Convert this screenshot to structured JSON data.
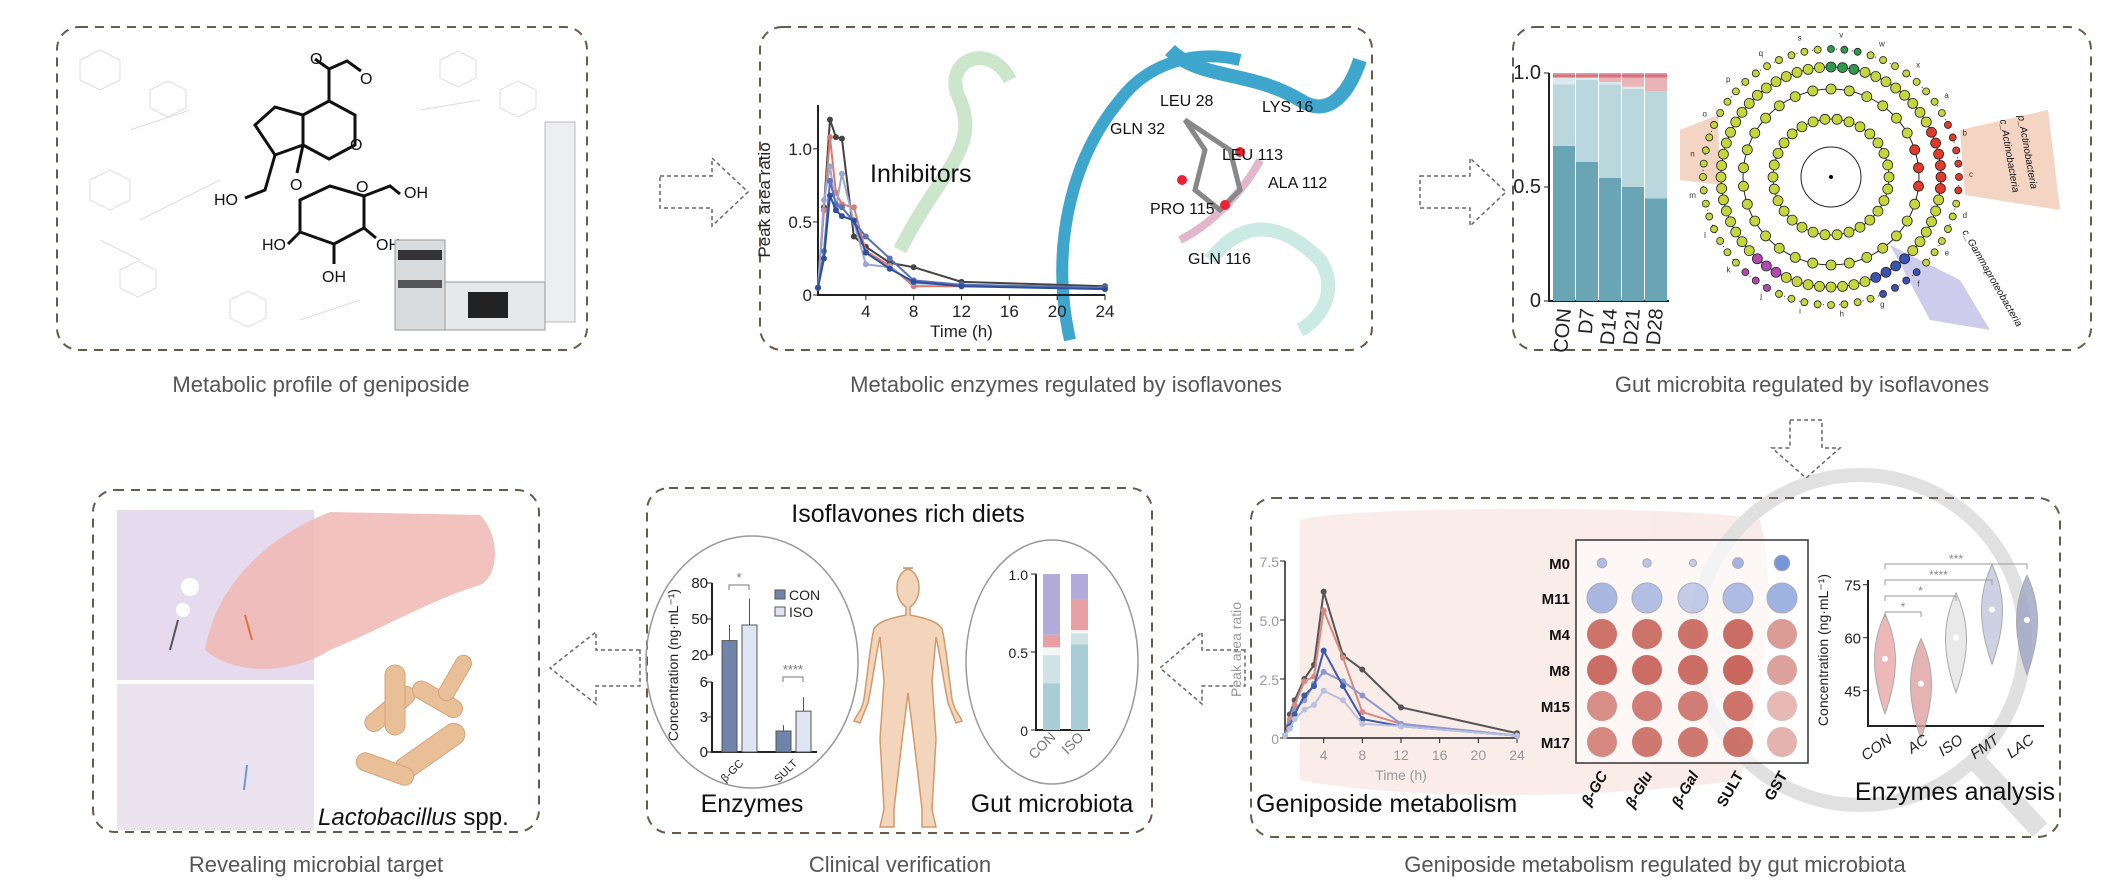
{
  "captions": {
    "panel1": "Metabolic profile of geniposide",
    "panel2": "Metabolic enzymes regulated by isoflavones",
    "panel3": "Gut microbita regulated by isoflavones",
    "panel4": "Revealing microbial target",
    "panel5": "Clinical verification",
    "panel6": "Geniposide metabolism regulated by gut microbiota"
  },
  "colors": {
    "border": "#6b5a48",
    "teal_dark": "#6aa5b5",
    "teal_light": "#b9d7dd",
    "pink": "#e8a9ae",
    "red": "#c9665f",
    "purple": "#a9a3d4",
    "skin": "#f3d5bb",
    "skin_line": "#d3996a"
  },
  "panel1": {
    "atoms": [
      "O",
      "O",
      "O",
      "HO",
      "O",
      "O",
      "OH",
      "HO",
      "OH",
      "OH"
    ]
  },
  "panel2": {
    "label_inhibitors": "Inhibitors",
    "residues": [
      "LEU 28",
      "LYS 16",
      "GLN 32",
      "LEU 113",
      "ALA 112",
      "PRO 115",
      "GLN 116"
    ]
  },
  "panel4": {
    "organism_italic": "Lactobacillus",
    "organism_suffix": " spp."
  },
  "panel5": {
    "title": "Isoflavones rich diets",
    "left_label": "Enzymes",
    "right_label": "Gut microbiota"
  },
  "panel6": {
    "left_label": "Geniposide metabolism",
    "right_label": "Enzymes analysis"
  },
  "chart_data": [
    {
      "id": "pk_inhibitors",
      "type": "line",
      "xlabel": "Time (h)",
      "ylabel": "Peak area ratio",
      "xlim": [
        0,
        24
      ],
      "ylim": [
        0,
        1.3
      ],
      "xticks": [
        4,
        8,
        12,
        16,
        20,
        24
      ],
      "yticks": [
        0,
        0.5,
        1.0
      ],
      "ytick_labels": [
        "0",
        "0.5",
        "1.0"
      ],
      "x": [
        0,
        0.5,
        1,
        1.5,
        2,
        3,
        4,
        6,
        8,
        12,
        24
      ],
      "series": [
        {
          "color": "#444444",
          "values": [
            0.05,
            0.6,
            1.2,
            1.08,
            1.07,
            0.4,
            0.33,
            0.22,
            0.19,
            0.09,
            0.06
          ]
        },
        {
          "color": "#d97a6c",
          "values": [
            0.05,
            0.58,
            1.08,
            0.7,
            0.62,
            0.6,
            0.3,
            0.2,
            0.06,
            0.06,
            0.05
          ]
        },
        {
          "color": "#9aa6d4",
          "values": [
            0.05,
            0.65,
            0.88,
            0.6,
            0.83,
            0.5,
            0.21,
            0.19,
            0.08,
            0.07,
            0.05
          ]
        },
        {
          "color": "#5a72b8",
          "values": [
            0.05,
            0.3,
            0.78,
            0.62,
            0.6,
            0.5,
            0.4,
            0.25,
            0.1,
            0.07,
            0.05
          ]
        },
        {
          "color": "#2e4f9a",
          "values": [
            0.05,
            0.25,
            0.68,
            0.58,
            0.54,
            0.51,
            0.29,
            0.18,
            0.09,
            0.06,
            0.04
          ]
        }
      ]
    },
    {
      "id": "microbiota_time",
      "type": "bar",
      "stacked": true,
      "categories": [
        "CON",
        "D7",
        "D14",
        "D21",
        "D28"
      ],
      "ylim": [
        0,
        1
      ],
      "yticks": [
        0,
        0.5,
        1.0
      ],
      "ytick_labels": [
        "0",
        "0.5",
        "1.0"
      ],
      "series": [
        {
          "color": "#6aa5b5",
          "values": [
            0.68,
            0.61,
            0.54,
            0.5,
            0.45
          ]
        },
        {
          "color": "#b9d7dd",
          "values": [
            0.27,
            0.36,
            0.41,
            0.43,
            0.47
          ]
        },
        {
          "color": "#dbe9ec",
          "values": [
            0.03,
            0.01,
            0.01,
            0.01,
            0.0
          ]
        },
        {
          "color": "#eab3b8",
          "values": [
            0.0,
            0.0,
            0.02,
            0.04,
            0.06
          ]
        },
        {
          "color": "#d9737a",
          "values": [
            0.015,
            0.015,
            0.015,
            0.015,
            0.015
          ]
        },
        {
          "color": "#b7a7d8",
          "values": [
            0.005,
            0.005,
            0.005,
            0.005,
            0.005
          ]
        }
      ]
    },
    {
      "id": "lefse_cladogram",
      "type": "cladogram",
      "clade_labels": [
        "p_Actinobacteria",
        "c_Actinobacteria",
        "c_Gammaproteobacteria"
      ],
      "leaf_letters": [
        "a",
        "b",
        "c",
        "d",
        "e",
        "f",
        "g",
        "h",
        "i",
        "j",
        "k",
        "l",
        "m",
        "n",
        "o",
        "p",
        "q",
        "s",
        "v",
        "w",
        "x"
      ]
    },
    {
      "id": "clinical_enzymes",
      "type": "bar",
      "categories": [
        "β-GC",
        "SULT"
      ],
      "ylabel": "Concentration (ng·mL⁻¹)",
      "yticks": [
        0,
        3,
        6,
        20,
        50,
        80
      ],
      "broken_axis": [
        6,
        20
      ],
      "legend": [
        "CON",
        "ISO"
      ],
      "legend_position": "top-right",
      "series": [
        {
          "name": "CON",
          "color": "#6f84aa",
          "values": [
            32,
            1.8
          ],
          "errors": [
            13,
            0.5
          ]
        },
        {
          "name": "ISO",
          "color": "#dfe5f3",
          "values": [
            45,
            3.5
          ],
          "errors": [
            22,
            1.2
          ]
        }
      ],
      "significance": [
        "*",
        "****"
      ]
    },
    {
      "id": "clinical_microbiota",
      "type": "bar",
      "stacked": true,
      "categories": [
        "CON",
        "ISO"
      ],
      "ylim": [
        0,
        1
      ],
      "yticks": [
        0,
        0.5,
        1.0
      ],
      "ytick_labels": [
        "0",
        "0.5",
        "1.0"
      ],
      "series": [
        {
          "color": "#a9cdd4",
          "values": [
            0.3,
            0.55
          ]
        },
        {
          "color": "#cfe2e6",
          "values": [
            0.18,
            0.07
          ]
        },
        {
          "color": "#f4f7f8",
          "values": [
            0.05,
            0.02
          ]
        },
        {
          "color": "#e9a0a4",
          "values": [
            0.08,
            0.2
          ]
        },
        {
          "color": "#b3acdb",
          "values": [
            0.39,
            0.16
          ]
        }
      ]
    },
    {
      "id": "geniposide_metabolism",
      "type": "line",
      "xlabel": "Time (h)",
      "ylabel": "Peak area ratio",
      "xlim": [
        0,
        24
      ],
      "ylim": [
        0,
        7.5
      ],
      "xticks": [
        4,
        8,
        12,
        16,
        20,
        24
      ],
      "yticks": [
        0,
        2.5,
        5.0,
        7.5
      ],
      "ytick_labels": [
        "0",
        "2.5",
        "5.0",
        "7.5"
      ],
      "x": [
        0,
        0.5,
        1,
        2,
        3,
        4,
        6,
        8,
        12,
        24
      ],
      "series": [
        {
          "color": "#555555",
          "values": [
            0.1,
            1.0,
            1.6,
            2.5,
            3.1,
            6.2,
            3.5,
            2.9,
            1.3,
            0.2
          ]
        },
        {
          "color": "#d98a80",
          "values": [
            0.1,
            0.8,
            1.4,
            2.4,
            2.6,
            5.4,
            3.4,
            1.1,
            0.6,
            0.1
          ]
        },
        {
          "color": "#8d98cf",
          "values": [
            0.1,
            0.6,
            1.2,
            1.6,
            2.3,
            2.8,
            2.4,
            1.8,
            0.6,
            0.1
          ]
        },
        {
          "color": "#3e5aa8",
          "values": [
            0.1,
            0.5,
            1.0,
            1.8,
            2.2,
            3.7,
            2.2,
            0.8,
            0.5,
            0.1
          ]
        },
        {
          "color": "#b9c0e0",
          "values": [
            0.1,
            0.4,
            0.8,
            1.2,
            1.4,
            2.0,
            1.6,
            0.6,
            0.5,
            0.1
          ]
        }
      ]
    },
    {
      "id": "metabolite_enzyme_matrix",
      "type": "heatmap",
      "rows": [
        "M0",
        "M11",
        "M4",
        "M8",
        "M15",
        "M17"
      ],
      "columns": [
        "β-GC",
        "β-Glu",
        "β-Gal",
        "SULT",
        "GST"
      ],
      "values": [
        [
          -0.3,
          -0.2,
          -0.1,
          -0.4,
          -0.8
        ],
        [
          -0.35,
          -0.25,
          -0.1,
          -0.3,
          -0.45
        ],
        [
          0.85,
          0.85,
          0.85,
          0.9,
          0.5
        ],
        [
          0.9,
          0.9,
          0.9,
          0.95,
          0.45
        ],
        [
          0.6,
          0.75,
          0.75,
          0.85,
          0.25
        ],
        [
          0.65,
          0.8,
          0.8,
          0.85,
          0.3
        ]
      ]
    },
    {
      "id": "enzymes_violin",
      "type": "violin",
      "categories": [
        "CON",
        "AC",
        "ISO",
        "FMT",
        "LAC"
      ],
      "ylabel": "Concentration (ng·mL⁻¹)",
      "yticks": [
        45,
        60,
        75
      ],
      "ylim": [
        35,
        82
      ],
      "medians": [
        54,
        47,
        60,
        68,
        65
      ],
      "colors": [
        "#e7a6a6",
        "#e0a0a0",
        "#e4e4e4",
        "#c2c6dc",
        "#9ea4c4"
      ],
      "significance": [
        {
          "pair": [
            "CON",
            "AC"
          ],
          "label": "*"
        },
        {
          "pair": [
            "CON",
            "ISO"
          ],
          "label": "*"
        },
        {
          "pair": [
            "CON",
            "FMT"
          ],
          "label": "****"
        },
        {
          "pair": [
            "CON",
            "LAC"
          ],
          "label": "***"
        }
      ]
    }
  ]
}
